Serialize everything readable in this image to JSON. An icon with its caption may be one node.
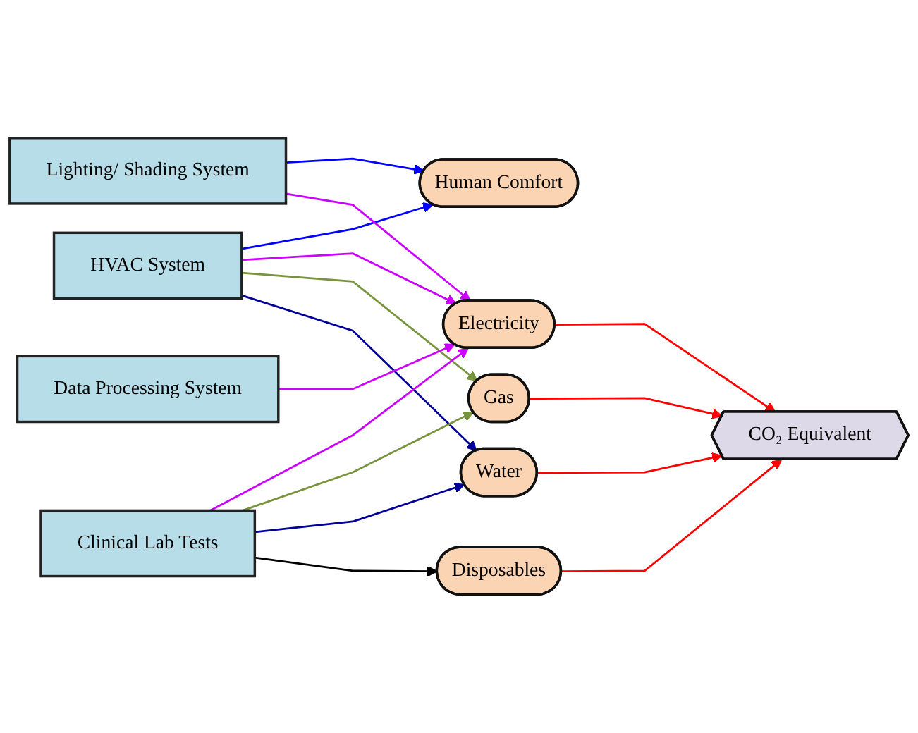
{
  "diagram": {
    "nodes": [
      {
        "text": [
          "HVAC System"
        ]
      },
      {
        "text": [
          "Lighting/ Shading System"
        ]
      },
      {
        "text": [
          "Data Processing System"
        ]
      },
      {
        "text": [
          "Clinical Lab Tests"
        ]
      },
      {
        "text": [
          "Human Comfort"
        ]
      },
      {
        "text": [
          "Electricity"
        ]
      },
      {
        "text": [
          "Gas"
        ]
      },
      {
        "text": [
          "Water"
        ]
      },
      {
        "text": [
          "Disposables"
        ]
      },
      {
        "text": [
          "CO₂ Equivalent"
        ]
      }
    ],
    "edges": [
      {
        "from": 0,
        "to": 4,
        "arrow": "to",
        "color": "#0000ff"
      },
      {
        "from": 0,
        "to": 5,
        "arrow": "to",
        "color": "#cc00ff"
      },
      {
        "from": 0,
        "to": 6,
        "arrow": "to",
        "color": "#77933c"
      },
      {
        "from": 0,
        "to": 7,
        "arrow": "to",
        "color": "#000099"
      },
      {
        "from": 1,
        "to": 4,
        "arrow": "to",
        "color": "#0000ff"
      },
      {
        "from": 1,
        "to": 5,
        "arrow": "to",
        "color": "#cc00ff"
      },
      {
        "from": 2,
        "to": 5,
        "arrow": "to",
        "color": "#cc00ff"
      },
      {
        "from": 3,
        "to": 5,
        "arrow": "to",
        "color": "#cc00ff"
      },
      {
        "from": 3,
        "to": 6,
        "arrow": "to",
        "color": "#77933c"
      },
      {
        "from": 3,
        "to": 7,
        "arrow": "to",
        "color": "#000099"
      },
      {
        "from": 3,
        "to": 8,
        "arrow": "to",
        "color": "#000000"
      },
      {
        "from": 5,
        "to": 9,
        "arrow": "to",
        "color": "#ff0000"
      },
      {
        "from": 6,
        "to": 9,
        "arrow": "to",
        "color": "#ff0000"
      },
      {
        "from": 7,
        "to": 9,
        "arrow": "to",
        "color": "#ff0000"
      },
      {
        "from": 8,
        "to": 9,
        "arrow": "to",
        "color": "#ff0000"
      }
    ]
  }
}
